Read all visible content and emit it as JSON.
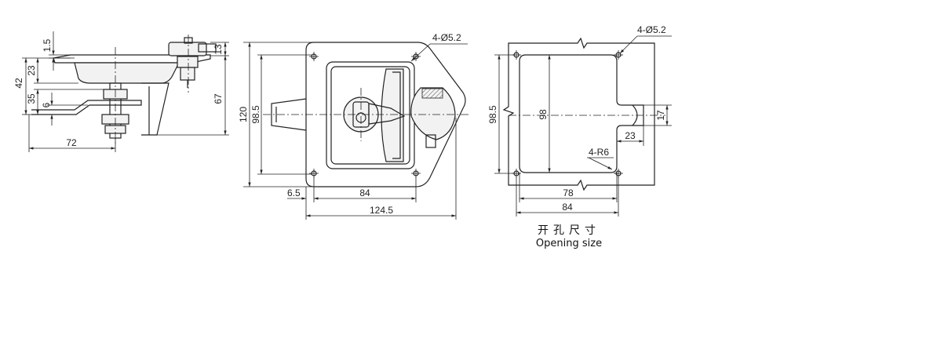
{
  "side_view": {
    "dims": {
      "d1_5": "1.5",
      "d13": "13",
      "d42": "42",
      "d23": "23",
      "d35": "35",
      "d6": "6",
      "d67": "67",
      "d72": "72"
    }
  },
  "front_view": {
    "dims": {
      "holes": "4-Ø5.2",
      "d120": "120",
      "d98_5": "98.5",
      "d6_5": "6.5",
      "d84": "84",
      "d124_5": "124.5"
    }
  },
  "cutout_view": {
    "dims": {
      "holes": "4-Ø5.2",
      "d98_5": "98.5",
      "d98": "98",
      "d17": "17",
      "d23": "23",
      "radius": "4-R6",
      "d78": "78",
      "d84": "84"
    },
    "caption_cn": "开孔尺寸",
    "caption_en": "Opening size"
  }
}
